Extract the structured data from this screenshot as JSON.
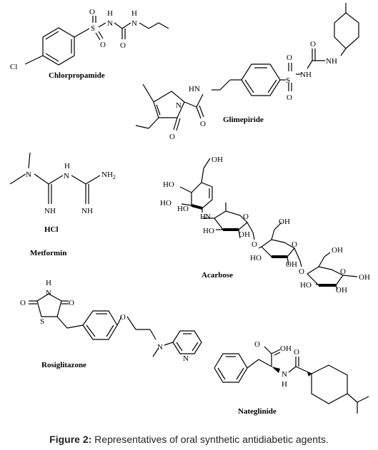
{
  "caption": {
    "label": "Figure 2:",
    "text": " Representatives of oral synthetic antidiabetic agents."
  },
  "compounds": {
    "chlorpropamide": "Chlorpropamide",
    "glimepiride": "Glimepiride",
    "metformin": "Metformin",
    "metformin_salt": "HCl",
    "acarbose": "Acarbose",
    "rosiglitazone": "Rosiglitazone",
    "nateglinide": "Nateglinide"
  },
  "atoms": {
    "cl": "Cl",
    "s": "S",
    "o": "O",
    "h": "H",
    "n": "N",
    "nh": "NH",
    "hn": "HN",
    "nh2": "NH",
    "sub2": "2",
    "oh": "OH",
    "ho": "HO",
    "h_oh": "OH"
  }
}
